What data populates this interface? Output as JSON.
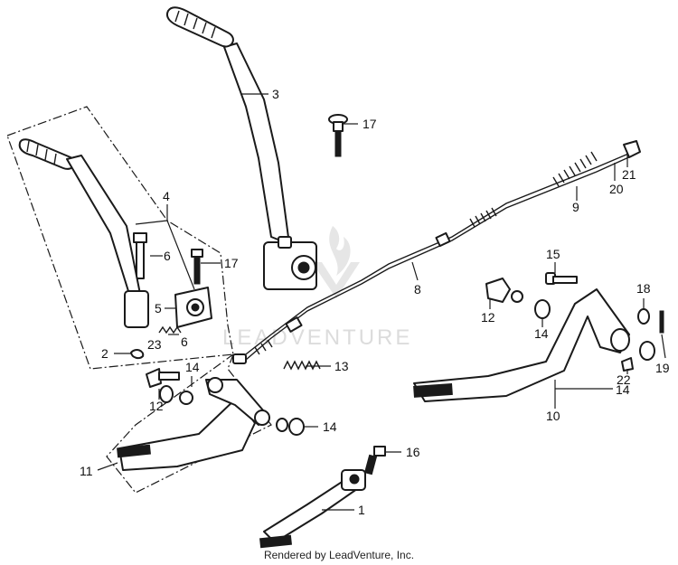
{
  "watermark": {
    "brand": "LEADVENTURE"
  },
  "footer": {
    "text": "Rendered by LeadVenture, Inc."
  },
  "callouts": {
    "c1": "1",
    "c2": "2",
    "c3": "3",
    "c4": "4",
    "c5": "5",
    "c6a": "6",
    "c6b": "6",
    "c8": "8",
    "c9": "9",
    "c10": "10",
    "c11": "11",
    "c12a": "12",
    "c12b": "12",
    "c13": "13",
    "c14a": "14",
    "c14b": "14",
    "c14c": "14",
    "c14d": "14",
    "c15": "15",
    "c16": "16",
    "c17a": "17",
    "c17b": "17",
    "c18": "18",
    "c19": "19",
    "c20": "20",
    "c21": "21",
    "c22": "22",
    "c23": "23"
  }
}
